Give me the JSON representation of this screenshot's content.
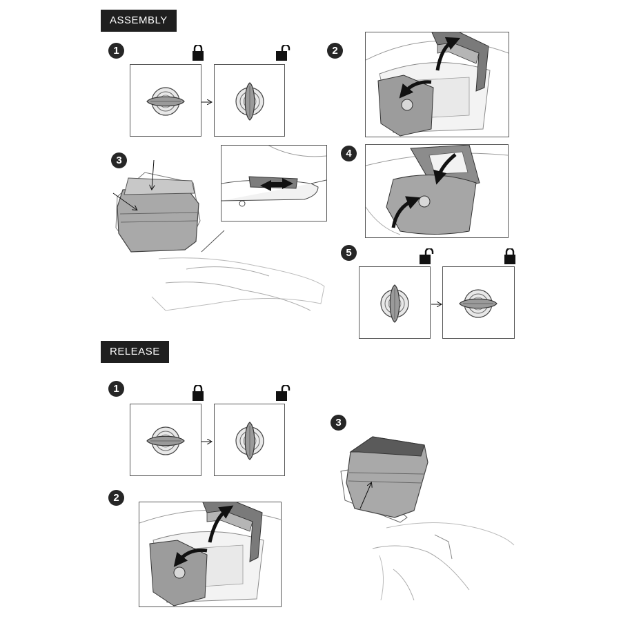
{
  "sections": {
    "assembly": {
      "label": "ASSEMBLY"
    },
    "release": {
      "label": "RELEASE"
    }
  },
  "assembly_steps": [
    "1",
    "2",
    "3",
    "4",
    "5"
  ],
  "release_steps": [
    "1",
    "2",
    "3"
  ],
  "icons": {
    "locked": "padlock-closed-icon",
    "unlocked": "padlock-open-icon",
    "arrow": "right-arrow-icon"
  },
  "colors": {
    "label_bg": "#1f1f1f",
    "step_badge": "#262626",
    "case_shell": "#a9a9a9",
    "lid_dark": "#4a4a4a",
    "line_art": "#555555"
  }
}
